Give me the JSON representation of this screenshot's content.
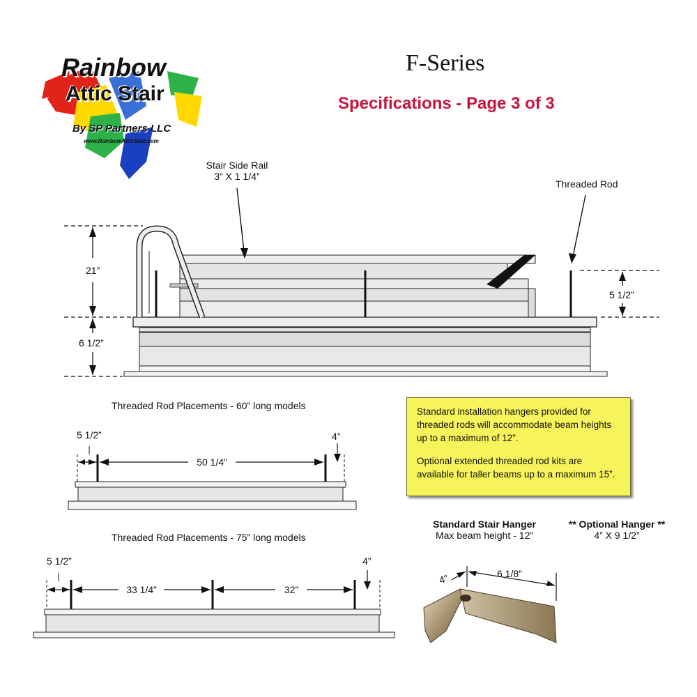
{
  "logo": {
    "line1": "Rainbow",
    "line2": "Attic Stair",
    "line3": "By SP Partners LLC",
    "url": "www.RainbowAtticStair.com"
  },
  "header": {
    "series": "F-Series",
    "subtitle": "Specifications - Page 3 of 3",
    "subtitle_color": "#c8143c"
  },
  "main_diagram": {
    "side_rail_label": "Stair Side Rail",
    "side_rail_size": "3” X 1 1/4”",
    "threaded_rod_label": "Threaded Rod",
    "dim_height": "21”",
    "dim_frame": "6 1/2”",
    "dim_rod": "5 1/2”"
  },
  "placement_60": {
    "title": "Threaded Rod Placements - 60” long models",
    "left_dim": "5 1/2”",
    "right_dim": "4”",
    "span": "50 1/4”"
  },
  "placement_75": {
    "title": "Threaded Rod Placements - 75” long models",
    "left_dim": "5 1/2”",
    "right_dim": "4”",
    "span1": "33 1/4”",
    "span2": "32”"
  },
  "note": {
    "para1": "Standard installation hangers provided for threaded rods will accommodate beam heights up to a maximum of 12”.",
    "para2": "Optional extended threaded rod kits are available for taller beams up to a maximum 15”.",
    "bg_color": "#f7f35a"
  },
  "hanger": {
    "standard_title": "Standard Stair Hanger",
    "standard_sub": "Max beam height - 12”",
    "optional_title": "**  Optional Hanger **",
    "optional_sub": "4” X 9 1/2”",
    "dim_short": "4”",
    "dim_long": "6 1/8”"
  }
}
